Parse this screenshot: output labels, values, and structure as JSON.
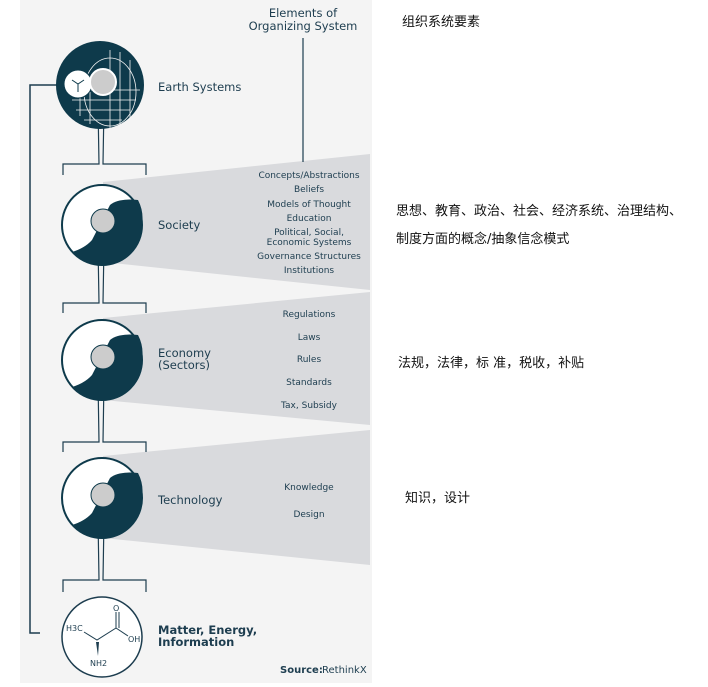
{
  "title": [
    "Elements of",
    "Organizing System"
  ],
  "levels": [
    {
      "label": "Earth Systems"
    },
    {
      "label": "Society",
      "items": [
        "Concepts/Abstractions",
        "Beliefs",
        "Models of Thought",
        "Education",
        "Political, Social,",
        "Economic Systems",
        "Governance Structures",
        "Institutions"
      ]
    },
    {
      "label": "Economy",
      "label2": "(Sectors)",
      "items": [
        "Regulations",
        "Laws",
        "Rules",
        "Standards",
        "Tax, Subsidy"
      ]
    },
    {
      "label": "Technology",
      "items": [
        "Knowledge",
        "Design"
      ]
    },
    {
      "label": "Matter, Energy,",
      "label2": "Information"
    }
  ],
  "molecule": {
    "o": "O",
    "oh": "OH",
    "h3c": "H3C",
    "nh2": "NH2"
  },
  "source": {
    "prefix": "Source:",
    "name": "RethinkX"
  },
  "annotations": {
    "title": "组织系统要素",
    "society_1": "思想、教育、政治、社会、经济系统、治理结构、",
    "society_2": "制度方面的概念/抽象信念模式",
    "economy": "法规，法律，标 准，税收，补贴",
    "technology": "知识，设计"
  },
  "colors": {
    "dark": "#0e3a4b",
    "fan": "#d9dadd",
    "panel": "#f4f4f4"
  }
}
